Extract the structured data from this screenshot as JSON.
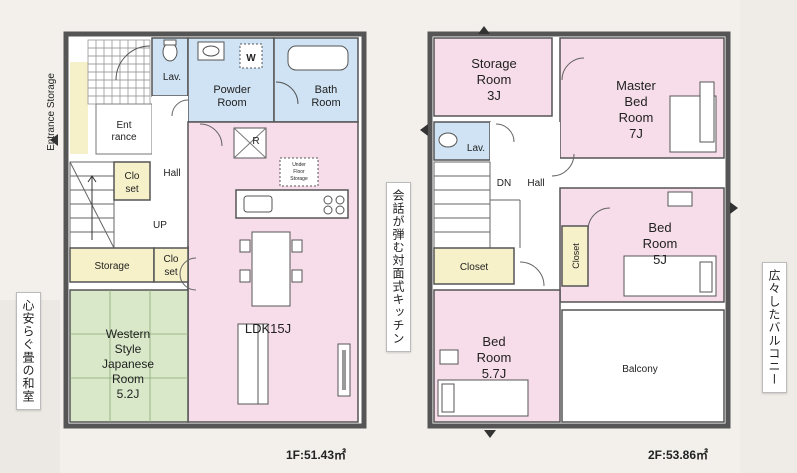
{
  "floor1": {
    "label": "1F:51.43㎡",
    "rooms": {
      "entrance_storage": "Entrance Storage",
      "entrance_l1": "Ent",
      "entrance_l2": "rance",
      "lav": "Lav.",
      "washer": "W",
      "powder_l1": "Powder",
      "powder_l2": "Room",
      "bath_l1": "Bath",
      "bath_l2": "Room",
      "fridge": "R",
      "underfloor_l1": "Under",
      "underfloor_l2": "Floor",
      "underfloor_l3": "Storage",
      "hall": "Hall",
      "closet_l1": "Clo",
      "closet_l2": "set",
      "up": "UP",
      "storage": "Storage",
      "closet2_l1": "Clo",
      "closet2_l2": "set",
      "ldk": "LDK15J",
      "western_l1": "Western",
      "western_l2": "Style",
      "western_l3": "Japanese",
      "western_l4": "Room",
      "western_l5": "5.2J"
    }
  },
  "floor2": {
    "label": "2F:53.86㎡",
    "rooms": {
      "storage_l1": "Storage",
      "storage_l2": "Room",
      "storage_l3": "3J",
      "master_l1": "Master",
      "master_l2": "Bed",
      "master_l3": "Room",
      "master_l4": "7J",
      "lav": "Lav.",
      "dn": "DN",
      "hall": "Hall",
      "bed1_l1": "Bed",
      "bed1_l2": "Room",
      "bed1_l3": "5J",
      "closet": "Closet",
      "closet_v": "Closet",
      "bed2_l1": "Bed",
      "bed2_l2": "Room",
      "bed2_l3": "5.7J",
      "balcony": "Balcony"
    }
  },
  "captions": {
    "washitsu": "心安らぐ畳の和室",
    "kitchen": "会話が弾む対面式キッチン",
    "balcony": "広々したバルコニー"
  },
  "colors": {
    "pink": "#f7dde9",
    "blue": "#cfe3f4",
    "cream": "#f6f1c8",
    "green": "#d9e8c8",
    "wall": "#555555"
  }
}
